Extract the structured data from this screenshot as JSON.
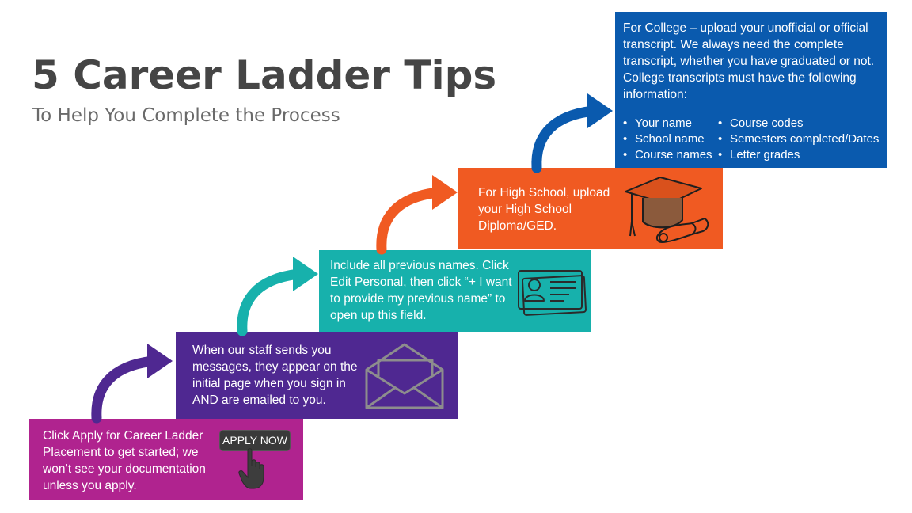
{
  "header": {
    "title": "5 Career Ladder Tips",
    "subtitle": "To Help You Complete the Process"
  },
  "steps": [
    {
      "text": "Click Apply for Career Ladder Placement to get started; we won’t see your documentation unless you apply.",
      "color": "#b0238f",
      "icon": "apply-now-button-hand-icon",
      "button_label": "APPLY NOW"
    },
    {
      "text": "When our staff sends you messages, they appear on the initial page when you sign in AND are emailed to you.",
      "color": "#4f2891",
      "icon": "envelope-icon"
    },
    {
      "text": "Include all previous names. Click Edit Personal, then click “+ I want to provide my previous name” to open up this field.",
      "color": "#17b1ac",
      "icon": "id-card-icon"
    },
    {
      "text": "For High School, upload your High School Diploma/GED.",
      "color": "#f05a22",
      "icon": "graduation-cap-diploma-icon"
    },
    {
      "text": "For College – upload your unofficial or official transcript. We always need the complete transcript, whether you have graduated or not. College transcripts must have the following information:",
      "color": "#0a5aae",
      "bullets_left": [
        "Your name",
        "School name",
        "Course names"
      ],
      "bullets_right": [
        "Course codes",
        "Semesters completed/Dates",
        "Letter grades"
      ]
    }
  ]
}
